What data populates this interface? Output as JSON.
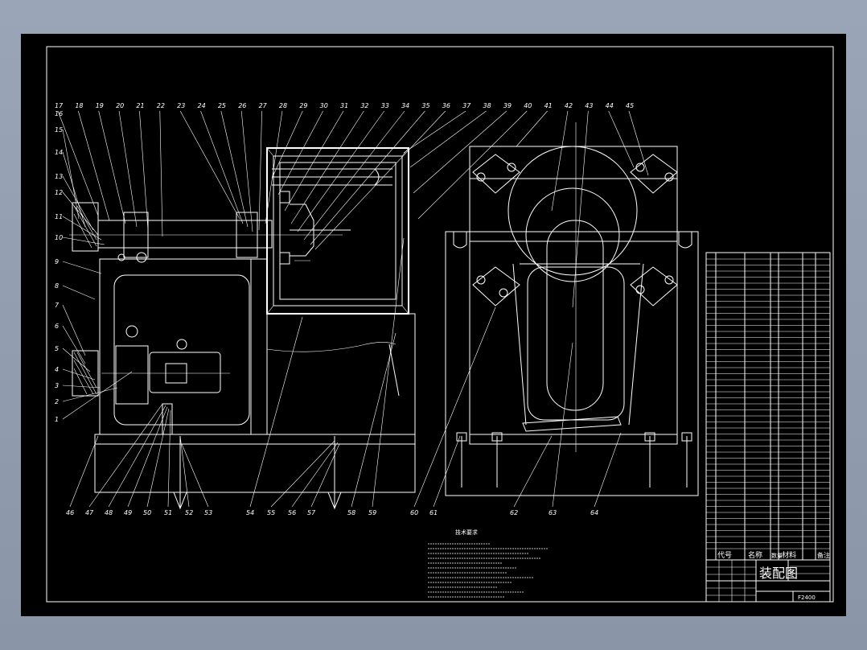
{
  "drawing": {
    "title": "装配图",
    "drawing_number": "F2400",
    "notes_heading": "技术要求",
    "bom_header": {
      "code": "代号",
      "name": "名称",
      "quantity": "数量",
      "material": "材料",
      "remarks": "备注"
    },
    "part_numbers_top": [
      "17",
      "18",
      "19",
      "20",
      "21",
      "22",
      "23",
      "24",
      "25",
      "26",
      "27",
      "28",
      "29",
      "30",
      "31",
      "32",
      "33",
      "34",
      "35",
      "36",
      "37",
      "38",
      "39",
      "40",
      "41",
      "42",
      "43",
      "44",
      "45"
    ],
    "part_numbers_left": [
      "16",
      "15",
      "14",
      "13",
      "12",
      "11",
      "10",
      "9",
      "8",
      "7",
      "6",
      "5",
      "4",
      "3",
      "2",
      "1"
    ],
    "part_numbers_bottom": [
      "46",
      "47",
      "48",
      "49",
      "50",
      "51",
      "52",
      "53",
      "54",
      "55",
      "56",
      "57",
      "58",
      "59",
      "60",
      "61",
      "62",
      "63",
      "64"
    ]
  },
  "colors": {
    "frame_background": "#9aa6b8",
    "sheet_background": "#000000",
    "line": "#ffffff"
  }
}
